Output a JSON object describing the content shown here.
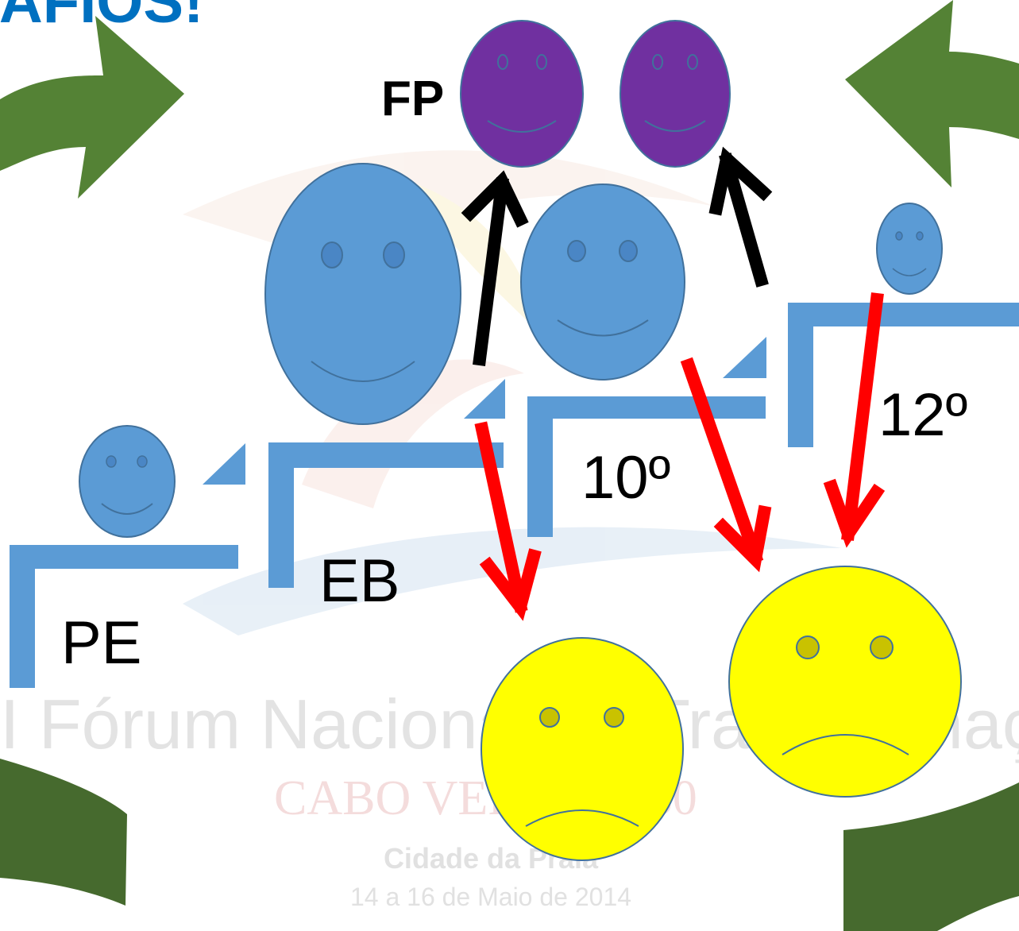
{
  "slide": {
    "title_fragment": "DAFIOS!",
    "fp_label": "FP",
    "levels": {
      "pe": "PE",
      "eb": "EB",
      "grade10": "10º",
      "grade12": "12º"
    }
  },
  "watermark": {
    "forum_line": "I Fórum Nacional de Transformação",
    "country_line": "CABO VERDE 2030",
    "city_line": "Cidade da Praia",
    "date_line": "14 a 16 de Maio de 2014"
  },
  "colors": {
    "blue_face": "#5b9bd5",
    "blue_stroke": "#41719c",
    "purple_face": "#7030a0",
    "yellow_face": "#ffff00",
    "yellow_eye": "#c9c200",
    "green_arrow": "#548235",
    "red_arrow": "#ff0000",
    "title_blue": "#0070c0"
  }
}
